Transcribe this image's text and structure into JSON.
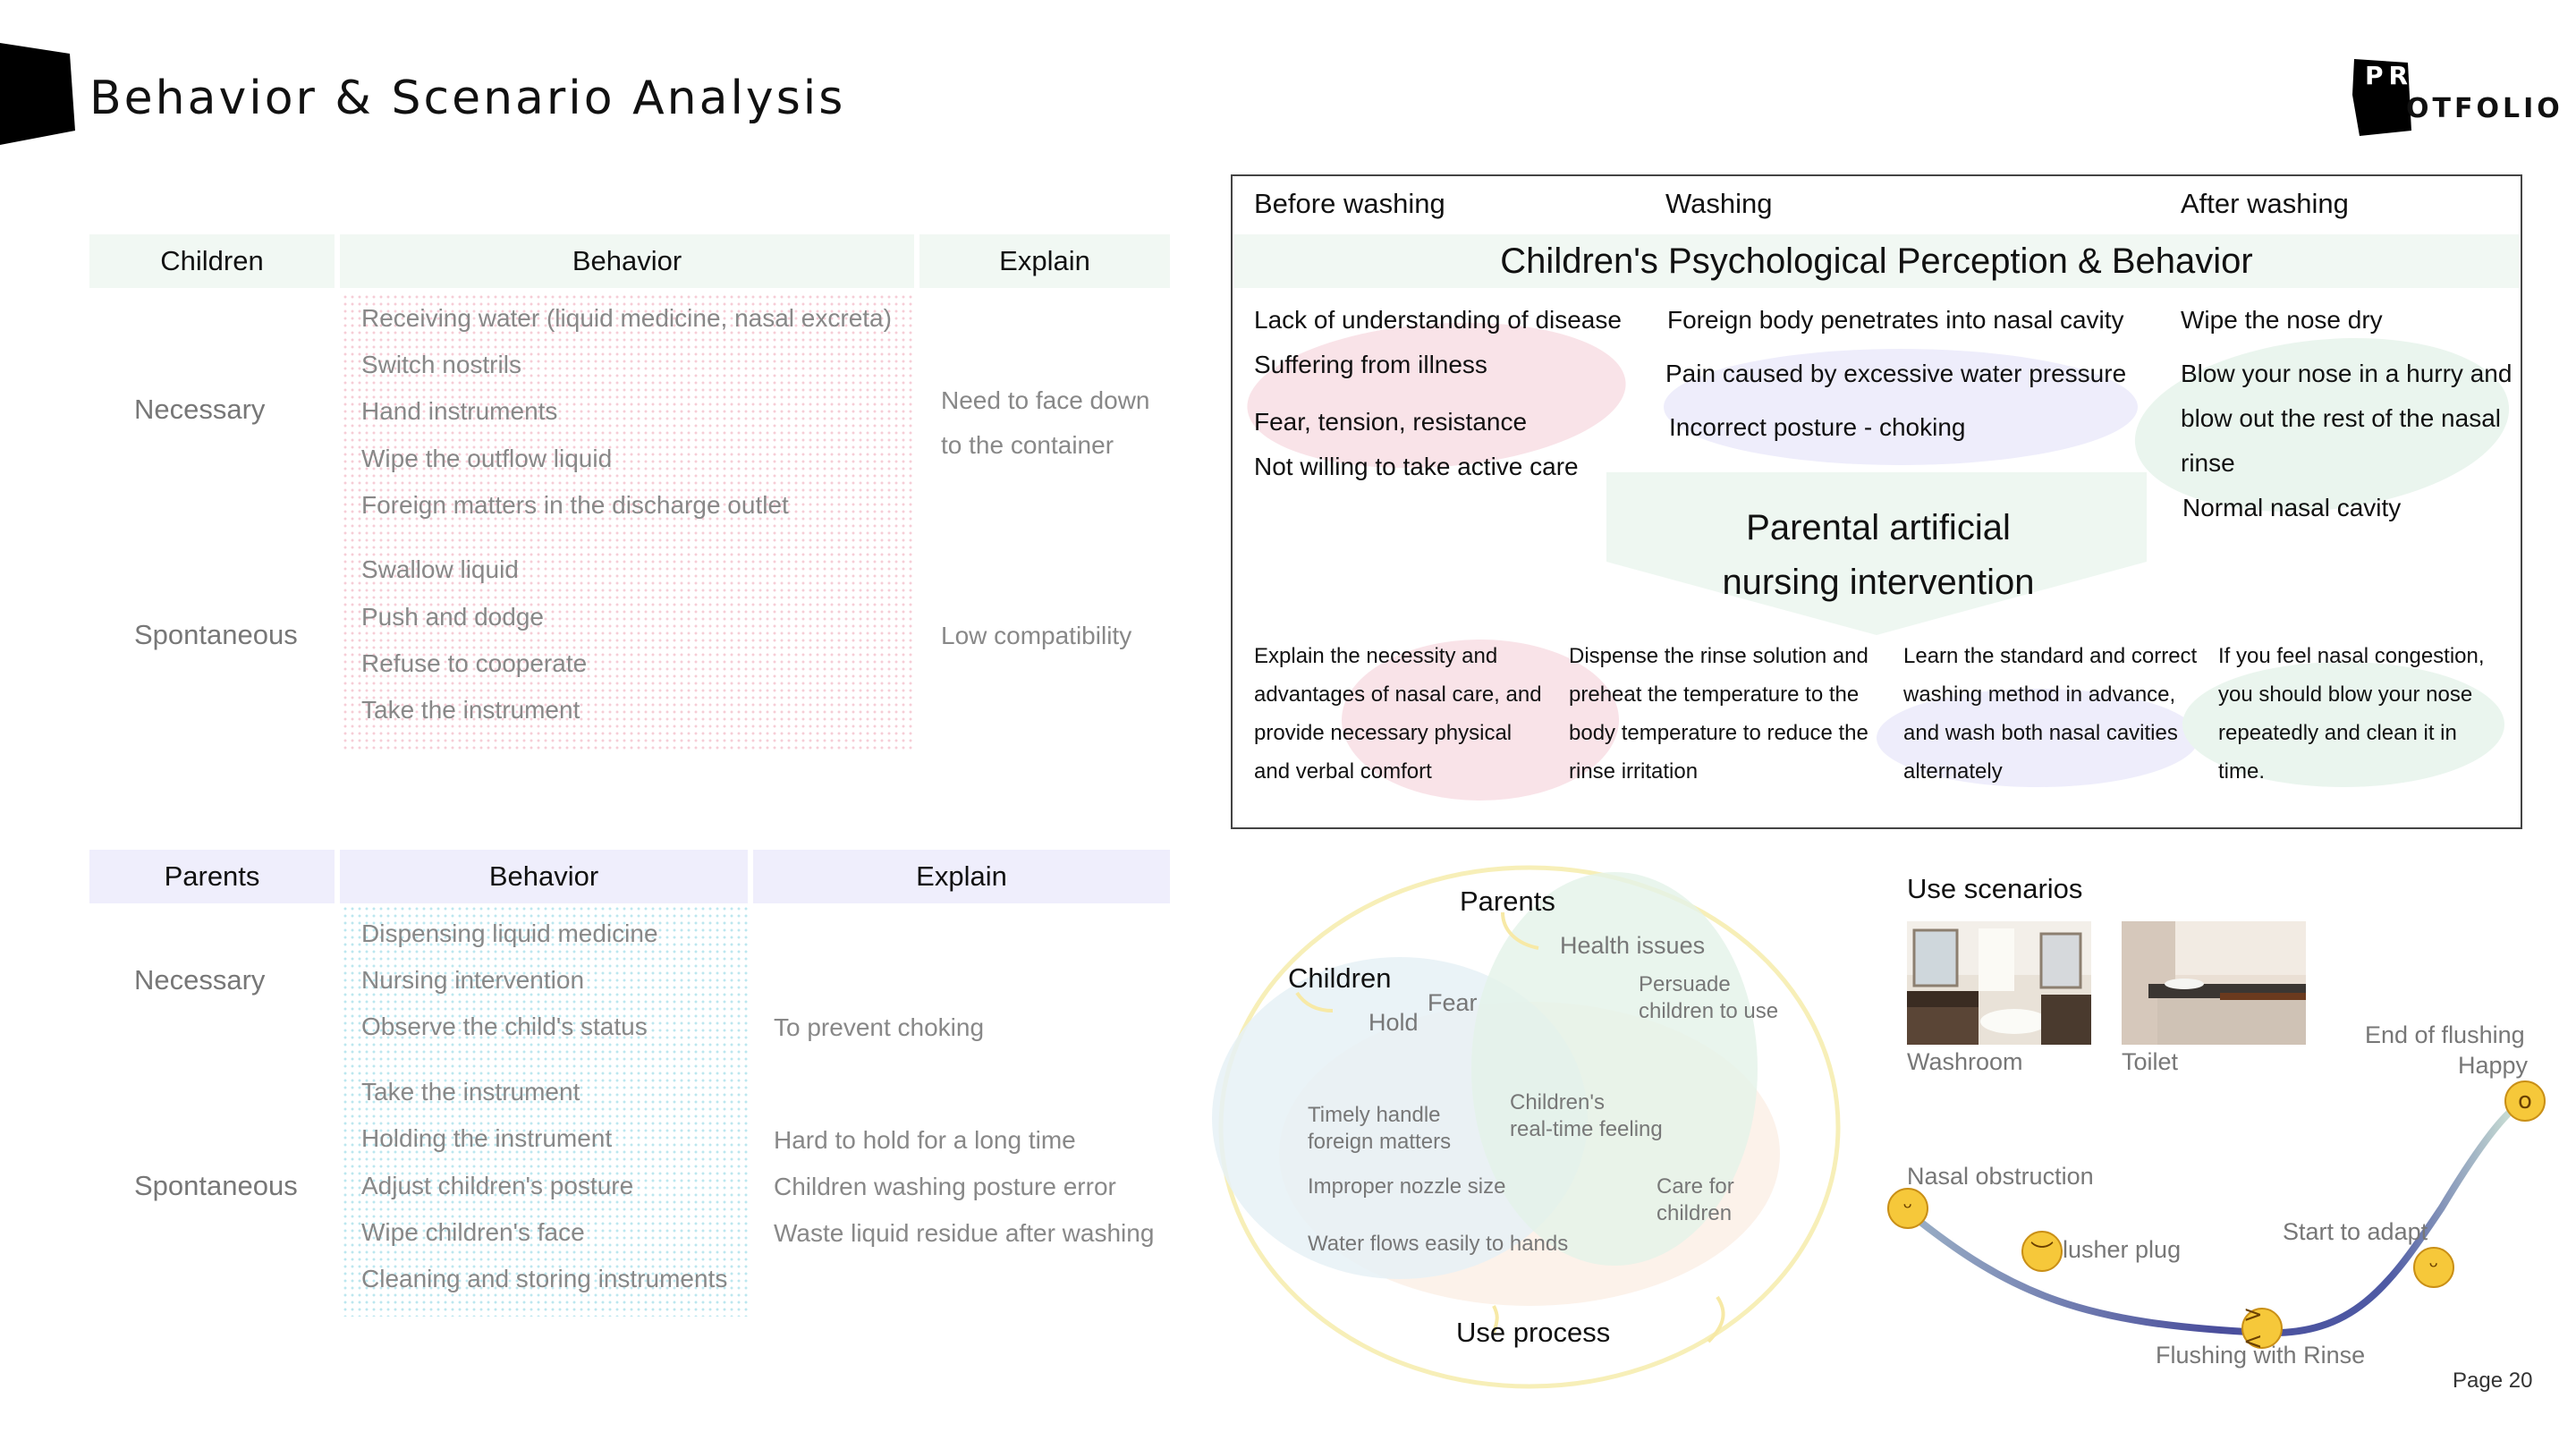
{
  "page": {
    "title": "Behavior & Scenario Analysis",
    "logo_pr": "PR",
    "logo_text": "OTFOLIO",
    "page_number": "Page 20"
  },
  "children_table": {
    "headers": [
      "Children",
      "Behavior",
      "Explain"
    ],
    "necessary_label": "Necessary",
    "necessary_items": [
      "Receiving water (liquid medicine, nasal excreta)",
      "Switch nostrils",
      "Hand instruments",
      "Wipe the outflow liquid",
      "Foreign matters in the discharge outlet"
    ],
    "necessary_explain": [
      "Need to face down",
      "to the container"
    ],
    "spontaneous_label": "Spontaneous",
    "spontaneous_items": [
      "Swallow liquid",
      "Push and dodge",
      "Refuse to cooperate",
      "Take the instrument"
    ],
    "spontaneous_explain": "Low compatibility",
    "colors": {
      "header_bg": "#f1f8f3"
    }
  },
  "parents_table": {
    "headers": [
      "Parents",
      "Behavior",
      "Explain"
    ],
    "necessary_label": "Necessary",
    "necessary_items": [
      "Dispensing liquid medicine",
      "Nursing intervention",
      "Observe the child's status"
    ],
    "necessary_explain": "To prevent choking",
    "spontaneous_label": "Spontaneous",
    "spontaneous_items": [
      "Take the instrument",
      "Holding the instrument",
      "Adjust children's posture",
      "Wipe children's face",
      "Cleaning and storing instruments"
    ],
    "spontaneous_explain": [
      "Hard to hold for a long time",
      "Children washing posture error",
      "Waste liquid residue after washing"
    ],
    "colors": {
      "header_bg": "#efeefc"
    }
  },
  "psych": {
    "phases": [
      "Before washing",
      "Washing",
      "After washing"
    ],
    "title": "Children's Psychological Perception & Behavior",
    "before": [
      "Lack of understanding of disease",
      "Suffering from illness",
      "Fear, tension, resistance",
      "Not willing to take active care"
    ],
    "washing": [
      "Foreign body penetrates into nasal cavity",
      "Pain caused by excessive water pressure",
      "Incorrect posture - choking"
    ],
    "after": [
      "Wipe the nose dry",
      "Blow your nose in a hurry and",
      "blow out the rest of the nasal",
      "rinse",
      "Normal nasal cavity"
    ],
    "intervention_title": [
      "Parental artificial",
      "nursing intervention"
    ],
    "steps": [
      [
        "Explain the necessity and",
        "advantages of nasal care, and",
        "provide necessary physical",
        "and verbal comfort"
      ],
      [
        "Dispense the rinse solution and",
        "preheat the temperature to the",
        "body temperature to reduce the",
        "rinse irritation"
      ],
      [
        "Learn the standard and correct",
        "washing method in advance,",
        "and wash both nasal cavities",
        "alternately"
      ],
      [
        "If you feel nasal congestion,",
        "you should blow your nose",
        "repeatedly and clean it in",
        "time."
      ]
    ],
    "colors": {
      "pink": "#f9e3e8",
      "lavender": "#eeedfb",
      "mint": "#eaf5ee"
    }
  },
  "venn": {
    "parents": "Parents",
    "children": "Children",
    "use_process": "Use process",
    "health_issues": "Health issues",
    "persuade": [
      "Persuade",
      "children to use"
    ],
    "fear": "Fear",
    "hold": "Hold",
    "timely": [
      "Timely handle",
      "foreign matters"
    ],
    "feeling": [
      "Children's",
      "real-time feeling"
    ],
    "nozzle": "Improper nozzle size",
    "care": [
      "Care for",
      "children"
    ],
    "water": "Water flows easily to hands"
  },
  "scenarios": {
    "title": "Use scenarios",
    "washroom": "Washroom",
    "toilet": "Toilet",
    "journey": {
      "nasal_obstruction": "Nasal obstruction",
      "flusher_plug": "lusher plug",
      "flushing": "Flushing with Rinse",
      "start_adapt": "Start to adapt",
      "end_flushing": "End of flushing",
      "happy": "Happy"
    },
    "emotions": [
      "tired-face-icon",
      "pensive-face-icon",
      "weary-face-icon",
      "smiling-face-icon",
      "surprised-face-icon"
    ]
  }
}
